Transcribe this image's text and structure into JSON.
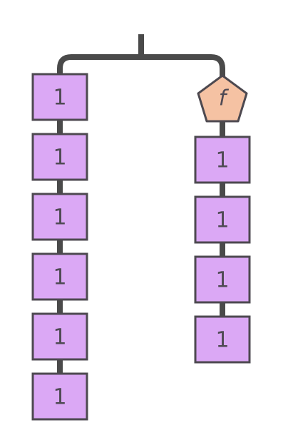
{
  "colors": {
    "wire": "#4a4a4a",
    "block_fill": "#dba8f5",
    "block_stroke": "#4d4950",
    "pentagon_fill": "#f5c2a3",
    "text": "#4f4a54",
    "background": "#ffffff"
  },
  "left_column": {
    "blocks": [
      "1",
      "1",
      "1",
      "1",
      "1",
      "1"
    ]
  },
  "right_column": {
    "head_label": "f",
    "blocks": [
      "1",
      "1",
      "1",
      "1"
    ]
  }
}
